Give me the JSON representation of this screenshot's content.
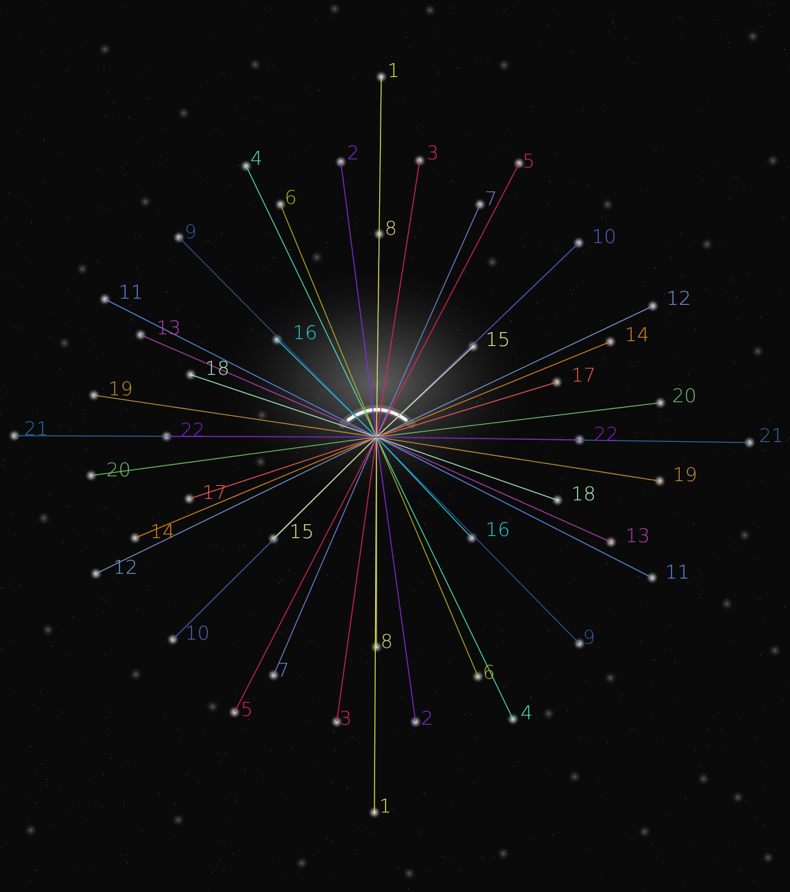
{
  "image": {
    "subject": "diffraction-pattern",
    "background_color": "#0a0a0a"
  },
  "pairs": [
    {
      "label": "1",
      "color": "#e6ee45"
    },
    {
      "label": "2",
      "color": "#8a2be2"
    },
    {
      "label": "3",
      "color": "#e0245e"
    },
    {
      "label": "4",
      "color": "#4de3b0"
    },
    {
      "label": "5",
      "color": "#e0245e"
    },
    {
      "label": "6",
      "color": "#b5ae1e"
    },
    {
      "label": "7",
      "color": "#6f86d6"
    },
    {
      "label": "8",
      "color": "#d8cf7a"
    },
    {
      "label": "9",
      "color": "#2f5aa0"
    },
    {
      "label": "10",
      "color": "#5a62c9"
    },
    {
      "label": "11",
      "color": "#5b8ef2"
    },
    {
      "label": "12",
      "color": "#7a9ad8"
    },
    {
      "label": "13",
      "color": "#b443b4"
    },
    {
      "label": "14",
      "color": "#e08a1e"
    },
    {
      "label": "15",
      "color": "#e8f59a"
    },
    {
      "label": "16",
      "color": "#22d3e0"
    },
    {
      "label": "17",
      "color": "#f25a5a"
    },
    {
      "label": "18",
      "color": "#a8f0c0"
    },
    {
      "label": "19",
      "color": "#c9923a"
    },
    {
      "label": "20",
      "color": "#6fc46f"
    },
    {
      "label": "21",
      "color": "#2f6fb0"
    },
    {
      "label": "22",
      "color": "#8a22c9"
    }
  ]
}
